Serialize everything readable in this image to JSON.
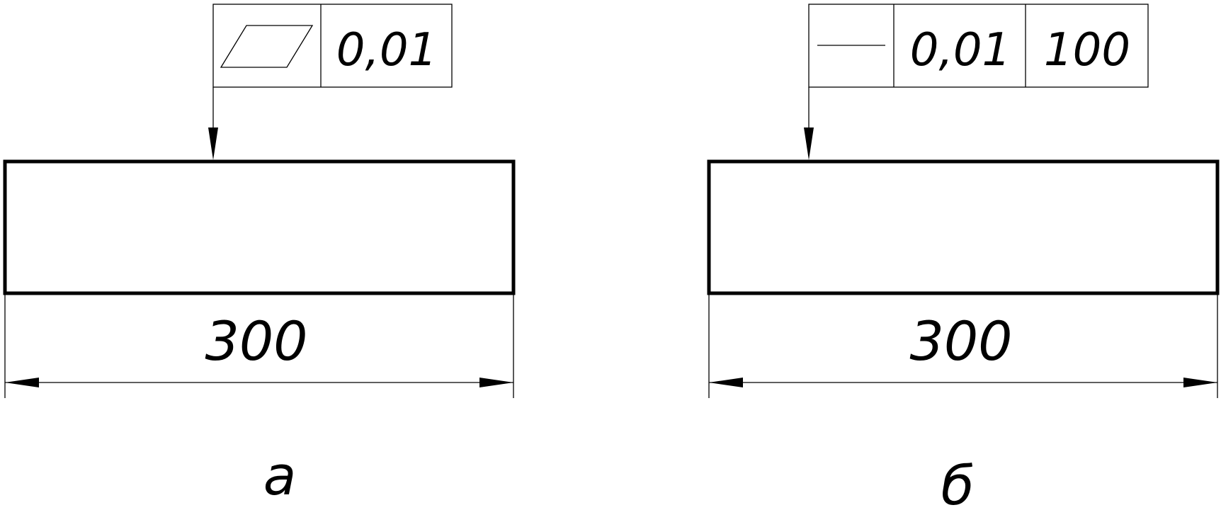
{
  "figure_a": {
    "tolerance_symbol": "flatness-icon",
    "tolerance_value": "0,01",
    "dimension": "300",
    "caption": "а"
  },
  "figure_b": {
    "tolerance_symbol": "straightness-icon",
    "tolerance_value": "0,01",
    "reference_length": "100",
    "dimension": "300",
    "caption": "б"
  }
}
